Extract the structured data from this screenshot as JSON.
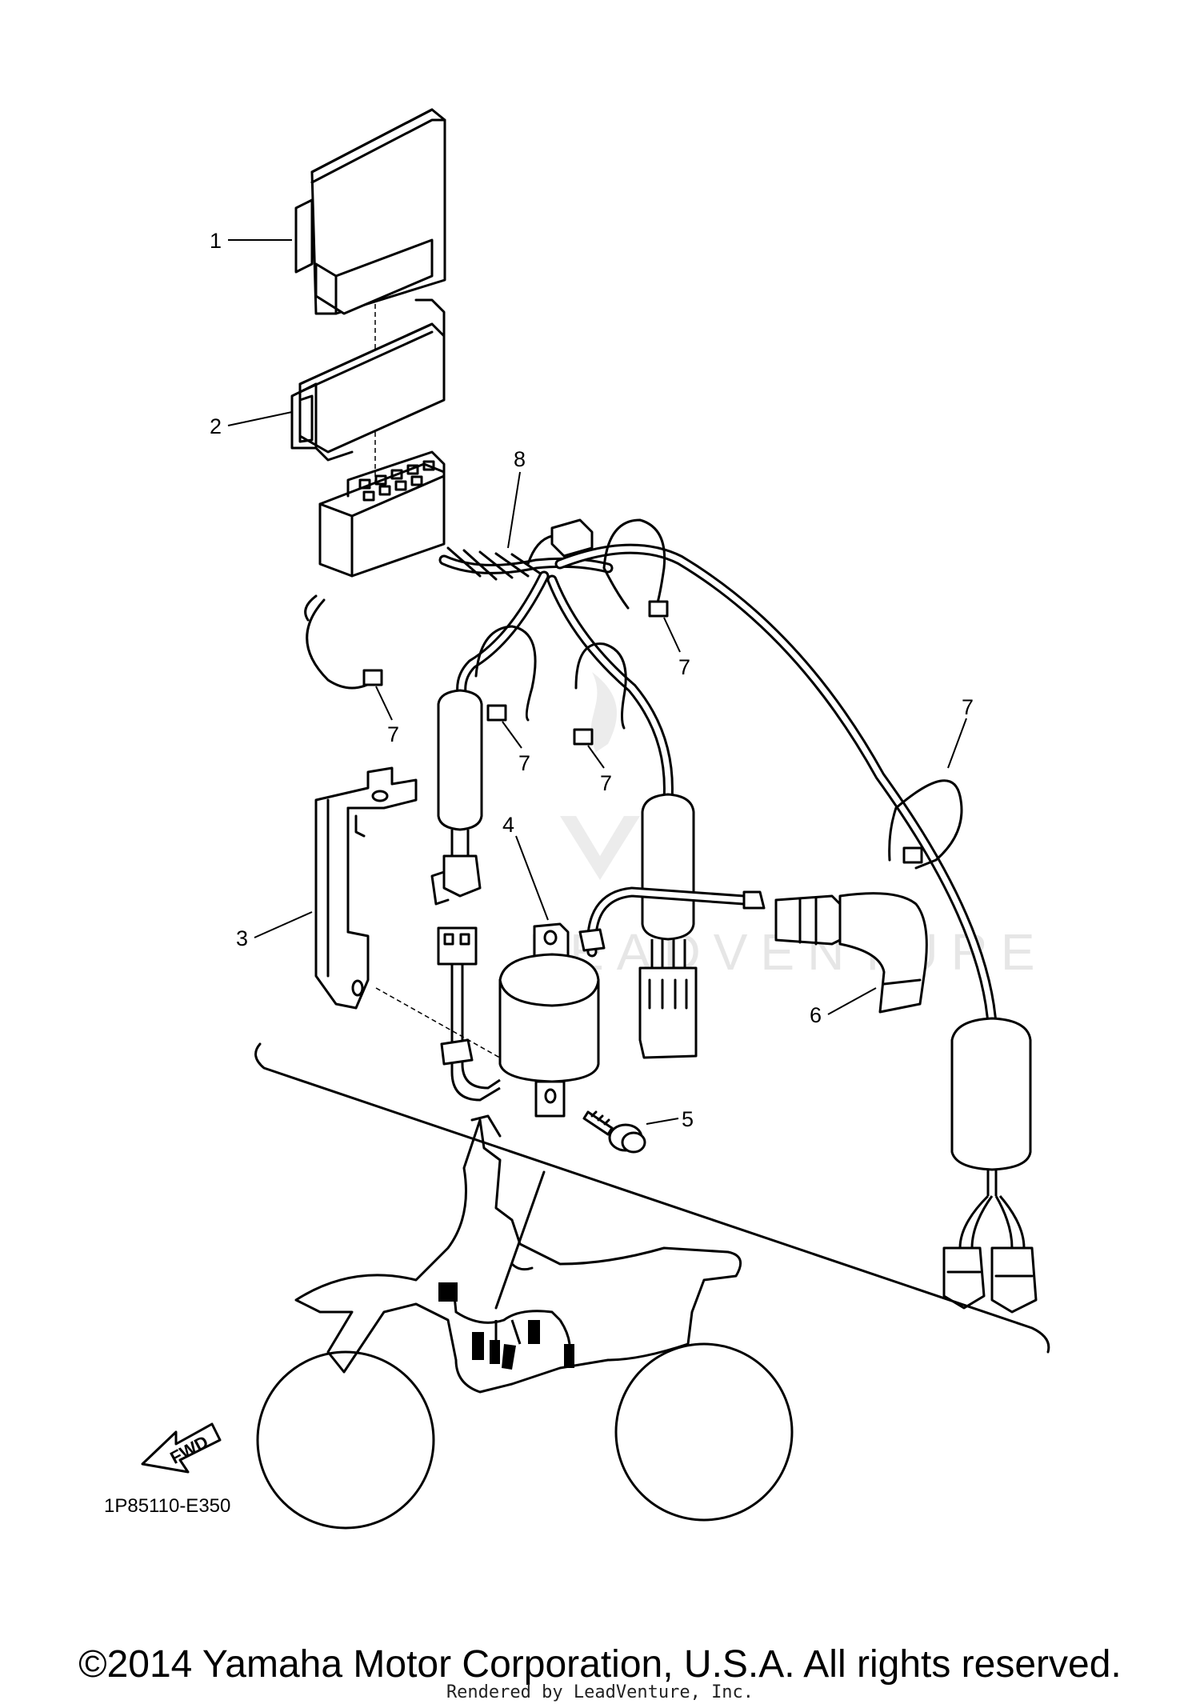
{
  "diagram": {
    "callouts": [
      {
        "id": "1",
        "text": "1"
      },
      {
        "id": "2",
        "text": "2"
      },
      {
        "id": "3",
        "text": "3"
      },
      {
        "id": "4",
        "text": "4"
      },
      {
        "id": "5",
        "text": "5"
      },
      {
        "id": "6",
        "text": "6"
      },
      {
        "id": "7a",
        "text": "7"
      },
      {
        "id": "7b",
        "text": "7"
      },
      {
        "id": "7c",
        "text": "7"
      },
      {
        "id": "7d",
        "text": "7"
      },
      {
        "id": "7e",
        "text": "7"
      },
      {
        "id": "8",
        "text": "8"
      }
    ],
    "figure_code": "1P85110-E350",
    "fwd_label": "FWD",
    "watermark": "LEADVENTURE"
  },
  "footer": {
    "copyright": "©2014 Yamaha Motor Corporation, U.S.A. All rights reserved.",
    "rendered_by": "Rendered by LeadVenture, Inc."
  }
}
